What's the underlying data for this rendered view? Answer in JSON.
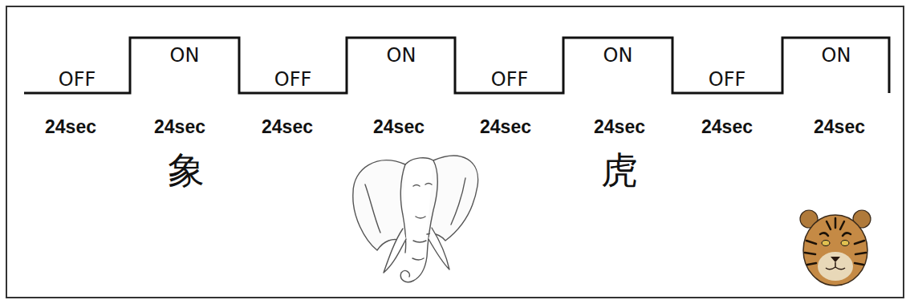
{
  "diagram": {
    "labels": [
      "OFF",
      "ON",
      "OFF",
      "ON",
      "OFF",
      "ON",
      "OFF",
      "ON",
      "24sec",
      "24sec",
      "24sec",
      "24sec",
      "24sec",
      "24sec",
      "24sec",
      "24sec",
      "象",
      "虎"
    ]
  }
}
